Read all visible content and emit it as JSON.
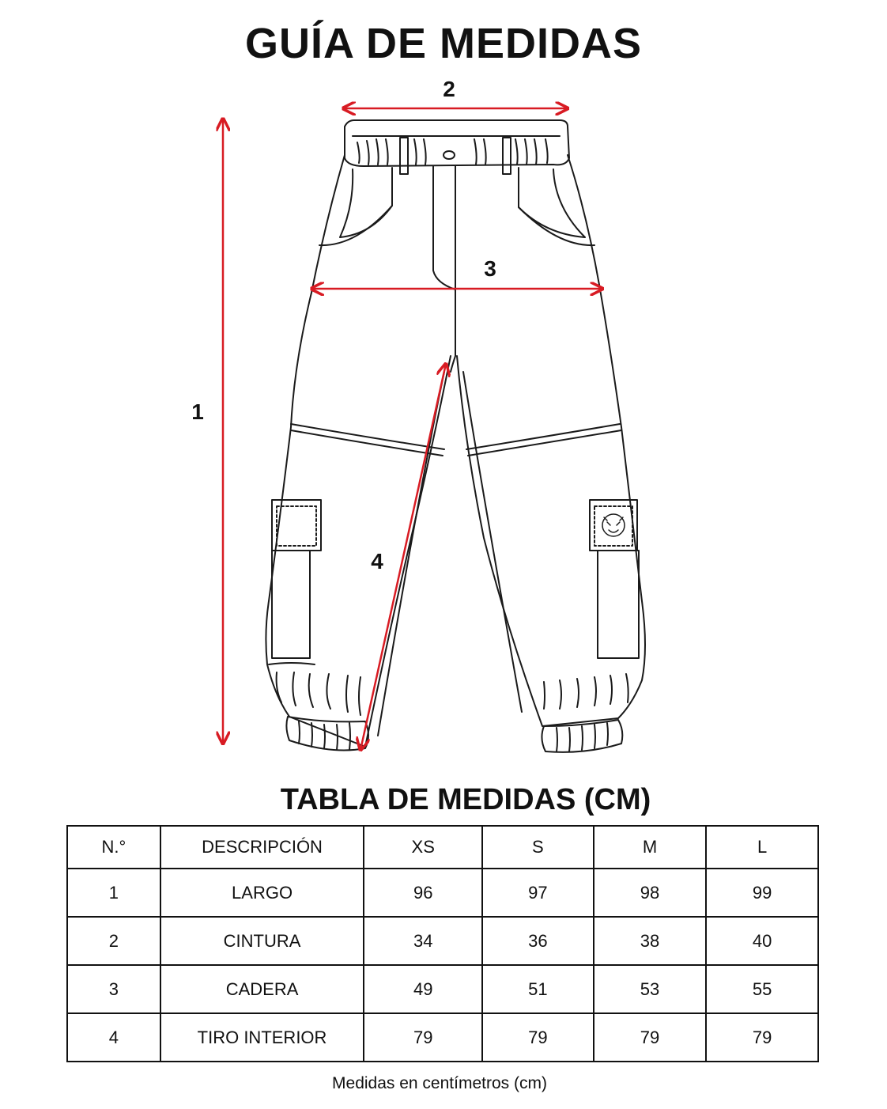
{
  "title": "GUÍA DE MEDIDAS",
  "diagram": {
    "measure_labels": [
      "1",
      "2",
      "3",
      "4"
    ],
    "arrow_color": "#d81b23",
    "line_color": "#1a1a1a"
  },
  "table": {
    "title": "TABLA DE MEDIDAS (CM)",
    "headers": [
      "N.°",
      "DESCRIPCIÓN",
      "XS",
      "S",
      "M",
      "L"
    ],
    "rows": [
      [
        "1",
        "LARGO",
        "96",
        "97",
        "98",
        "99"
      ],
      [
        "2",
        "CINTURA",
        "34",
        "36",
        "38",
        "40"
      ],
      [
        "3",
        "CADERA",
        "49",
        "51",
        "53",
        "55"
      ],
      [
        "4",
        "TIRO INTERIOR",
        "79",
        "79",
        "79",
        "79"
      ]
    ]
  },
  "footnote": "Medidas en centímetros (cm)"
}
